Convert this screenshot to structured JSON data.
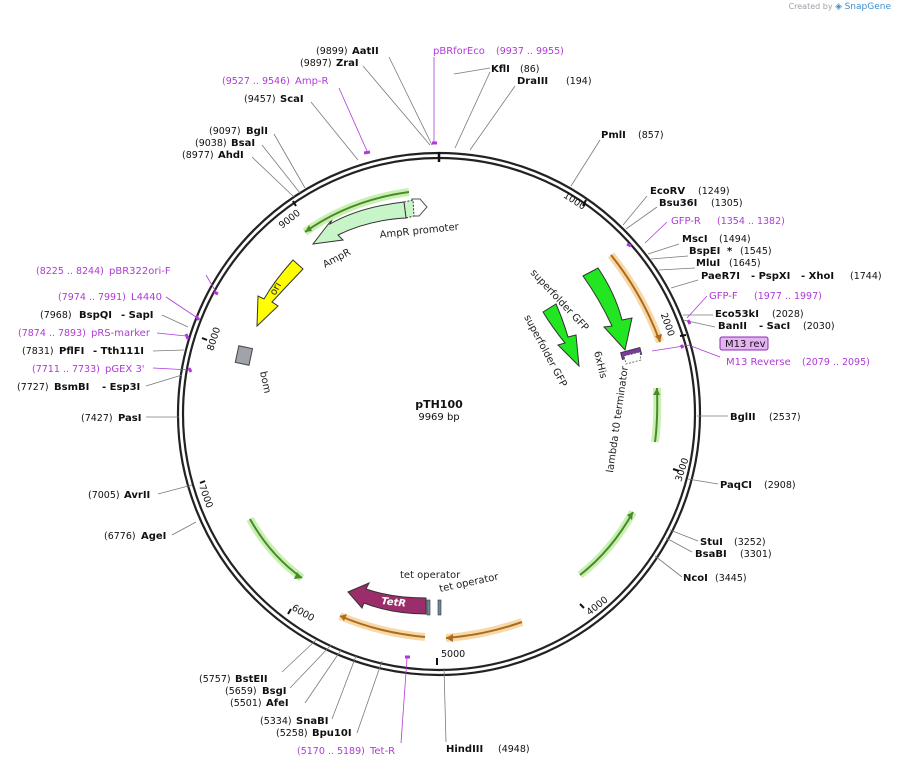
{
  "watermark": {
    "prefix": "Created by",
    "brand": "SnapGene"
  },
  "plasmid": {
    "name": "pTH100",
    "size_label": "9969 bp"
  },
  "ticks": [
    "1000",
    "2000",
    "3000",
    "4000",
    "5000",
    "6000",
    "7000",
    "8000",
    "9000"
  ],
  "badge": {
    "label": "M13 rev"
  },
  "enzymes_left": [
    {
      "pos": "(9899)",
      "name": "AatII"
    },
    {
      "pos": "(9897)",
      "name": "ZraI"
    },
    {
      "pos": "(9457)",
      "name": "ScaI"
    },
    {
      "pos": "(9097)",
      "name": "BglI"
    },
    {
      "pos": "(9038)",
      "name": "BsaI"
    },
    {
      "pos": "(8977)",
      "name": "AhdI"
    },
    {
      "pos": "(7968)",
      "name": "BspQI",
      "alt": "- SapI"
    },
    {
      "pos": "(7831)",
      "name": "PflFI",
      "alt": "- Tth111I"
    },
    {
      "pos": "(7727)",
      "name": "BsmBI",
      "alt": "- Esp3I"
    },
    {
      "pos": "(7427)",
      "name": "PasI"
    },
    {
      "pos": "(7005)",
      "name": "AvrII"
    },
    {
      "pos": "(6776)",
      "name": "AgeI"
    },
    {
      "pos": "(5757)",
      "name": "BstEII"
    },
    {
      "pos": "(5659)",
      "name": "BsgI"
    },
    {
      "pos": "(5501)",
      "name": "AfeI"
    },
    {
      "pos": "(5334)",
      "name": "SnaBI"
    },
    {
      "pos": "(5258)",
      "name": "Bpu10I"
    }
  ],
  "enzymes_right": [
    {
      "name": "KflI",
      "pos": "(86)"
    },
    {
      "name": "DraIII",
      "pos": "(194)"
    },
    {
      "name": "PmlI",
      "pos": "(857)"
    },
    {
      "name": "EcoRV",
      "pos": "(1249)"
    },
    {
      "name": "Bsu36I",
      "pos": "(1305)"
    },
    {
      "name": "MscI",
      "pos": "(1494)"
    },
    {
      "name": "BspEI",
      "star": "*",
      "pos": "(1545)"
    },
    {
      "name": "MluI",
      "pos": "(1645)"
    },
    {
      "name": "PaeR7I",
      "alt": "- PspXI",
      "alt2": "- XhoI",
      "pos": "(1744)"
    },
    {
      "name": "Eco53kI",
      "pos": "(2028)"
    },
    {
      "name": "BanII",
      "alt": "- SacI",
      "pos": "(2030)"
    },
    {
      "name": "BglII",
      "pos": "(2537)"
    },
    {
      "name": "PaqCI",
      "pos": "(2908)"
    },
    {
      "name": "StuI",
      "pos": "(3252)"
    },
    {
      "name": "BsaBI",
      "pos": "(3301)"
    },
    {
      "name": "NcoI",
      "pos": "(3445)"
    },
    {
      "name": "HindIII",
      "pos": "(4948)"
    }
  ],
  "primers": [
    {
      "name": "pBRforEco",
      "pos": "(9937 .. 9955)"
    },
    {
      "pos": "(9527 .. 9546)",
      "name": "Amp-R"
    },
    {
      "pos": "(8225 .. 8244)",
      "name": "pBR322ori-F"
    },
    {
      "pos": "(7974 .. 7991)",
      "name": "L4440"
    },
    {
      "pos": "(7874 .. 7893)",
      "name": "pRS-marker"
    },
    {
      "pos": "(7711 .. 7733)",
      "name": "pGEX 3'"
    },
    {
      "pos": "(5170 .. 5189)",
      "name": "Tet-R"
    },
    {
      "name": "GFP-R",
      "pos": "(1354 .. 1382)"
    },
    {
      "name": "GFP-F",
      "pos": "(1977 .. 1997)"
    },
    {
      "name": "M13 Reverse",
      "pos": "(2079 .. 2095)"
    }
  ],
  "features": {
    "amp_promoter": "AmpR promoter",
    "ampr": "AmpR",
    "ori": "ori",
    "bom": "bom",
    "sfgfp_1": "superfolder GFP",
    "sfgfp_2": "superfolder GFP",
    "his": "6xHis",
    "lambda": "lambda t0 terminator",
    "tetr": "TetR",
    "tet_op_1": "tet operator",
    "tet_op_2": "tet operator"
  },
  "colors": {
    "backbone": "#222222",
    "ampr": "#c8f5c8",
    "ori": "#ffff00",
    "bom": "#a0a4aa",
    "sfgfp": "#22e622",
    "tetr": "#9b2e6a",
    "primer": "#b03ad6",
    "orf_green": "#6ab24a",
    "orf_orange": "#e0902a"
  }
}
